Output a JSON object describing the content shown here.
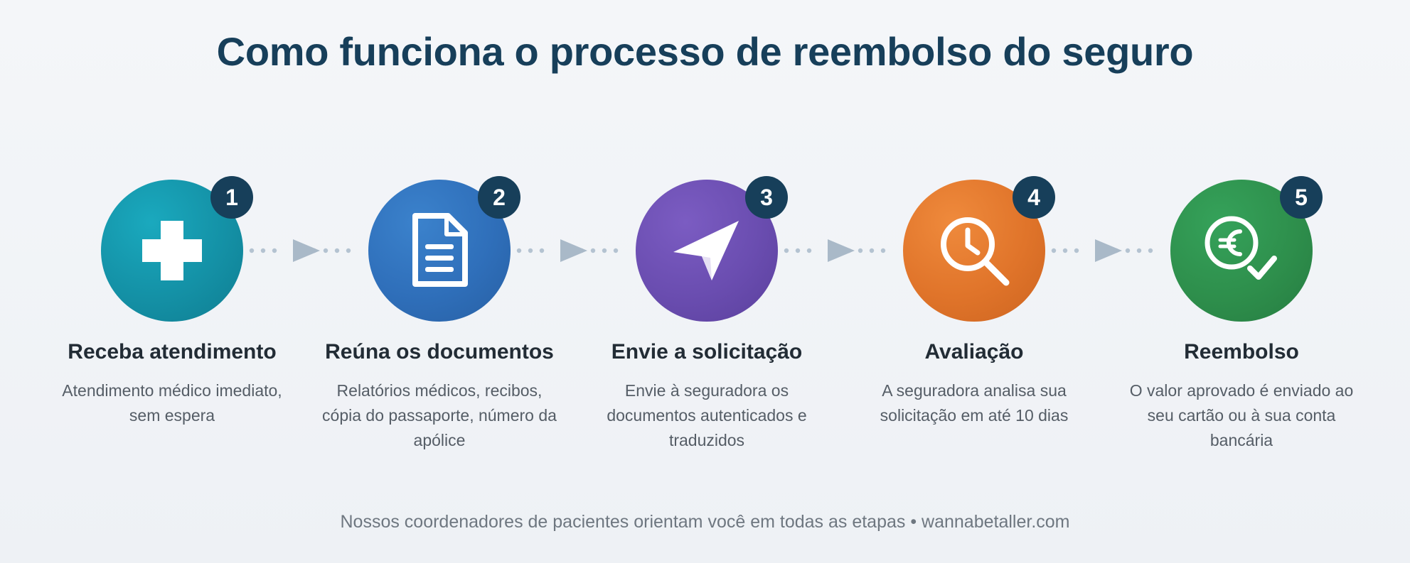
{
  "title": "Como funciona o processo de reembolso do seguro",
  "colors": {
    "badge": "#173f5a",
    "connector": "#a9b9c8",
    "step1": "#1491a6",
    "step2": "#2f6fba",
    "step3": "#6a4db0",
    "step4": "#e0742a",
    "step5": "#2e8f4c"
  },
  "steps": [
    {
      "number": "1",
      "icon": "medical-cross-icon",
      "title": "Receba atendimento",
      "description": "Atendimento médico imediato, sem espera"
    },
    {
      "number": "2",
      "icon": "document-icon",
      "title": "Reúna os documentos",
      "description": "Relatórios médicos, recibos, cópia do passaporte, número da apólice"
    },
    {
      "number": "3",
      "icon": "paper-plane-icon",
      "title": "Envie a solicitação",
      "description": "Envie à seguradora os documentos autenticados e traduzidos"
    },
    {
      "number": "4",
      "icon": "magnifier-clock-icon",
      "title": "Avaliação",
      "description": "A seguradora analisa sua solicitação em até 10 dias"
    },
    {
      "number": "5",
      "icon": "euro-check-icon",
      "title": "Reembolso",
      "description": "O valor aprovado é enviado ao seu cartão ou à sua conta bancária"
    }
  ],
  "footer": "Nossos coordenadores de pacientes orientam você em todas as etapas • wannabetaller.com"
}
